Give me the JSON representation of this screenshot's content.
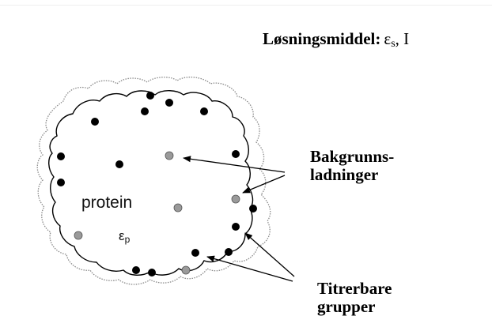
{
  "solvent": {
    "word": "Løsningsmiddel",
    "colon": ":",
    "eps_symbol": "ε",
    "eps_subscript": "s",
    "ionic_symbol": ", I"
  },
  "background_charges": {
    "line1": "Bakgrunns-",
    "line2": "ladninger"
  },
  "titratable_groups": {
    "line1": "Titrerbare",
    "line2": "grupper"
  },
  "protein": {
    "label": "protein",
    "eps_symbol": "ε",
    "eps_subscript": "p"
  },
  "colors": {
    "fixed_charge": "#000000",
    "titratable_charge": "#999999",
    "outline": "#000000",
    "outer_surface": "#777777"
  }
}
